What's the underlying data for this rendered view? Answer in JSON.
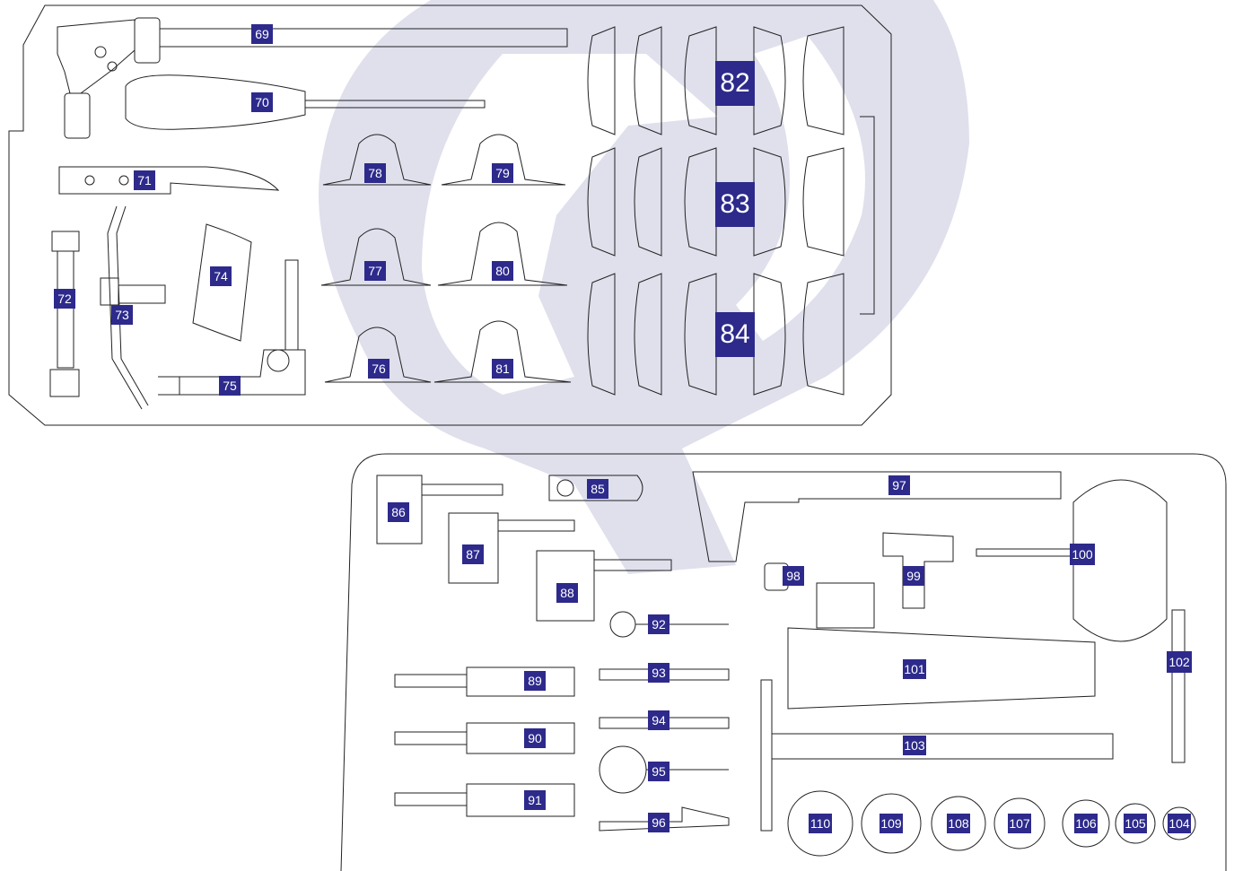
{
  "colors": {
    "label_bg": "#2d2a8c",
    "label_text": "#ffffff",
    "line": "#222222",
    "watermark": "#d9dae8"
  },
  "labels": {
    "l69": "69",
    "l70": "70",
    "l71": "71",
    "l72": "72",
    "l73": "73",
    "l74": "74",
    "l75": "75",
    "l76": "76",
    "l77": "77",
    "l78": "78",
    "l79": "79",
    "l80": "80",
    "l81": "81",
    "l82": "82",
    "l83": "83",
    "l84": "84",
    "l85": "85",
    "l86": "86",
    "l87": "87",
    "l88": "88",
    "l89": "89",
    "l90": "90",
    "l91": "91",
    "l92": "92",
    "l93": "93",
    "l94": "94",
    "l95": "95",
    "l96": "96",
    "l97": "97",
    "l98": "98",
    "l99": "99",
    "l100": "100",
    "l101": "101",
    "l102": "102",
    "l103": "103",
    "l104": "104",
    "l105": "105",
    "l106": "106",
    "l107": "107",
    "l108": "108",
    "l109": "109",
    "l110": "110"
  }
}
